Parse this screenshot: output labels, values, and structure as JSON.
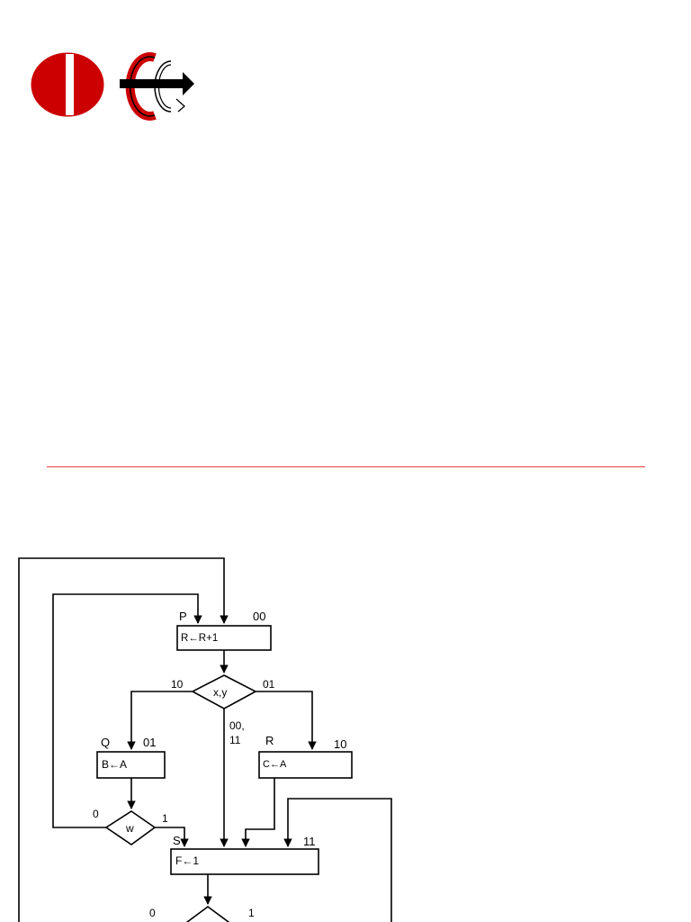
{
  "logos": {
    "left": "university-logo",
    "right": "department-logo",
    "accent_color": "#cc0000"
  },
  "divider": {
    "color": "#e8413c"
  },
  "flowchart": {
    "states": {
      "P": {
        "name": "P",
        "code": "00",
        "action": "R←R+1"
      },
      "Q": {
        "name": "Q",
        "code": "01",
        "action": "B←A"
      },
      "R": {
        "name": "R",
        "code": "10",
        "action": "C←A"
      },
      "S": {
        "name": "S",
        "code": "11",
        "action": "F←1"
      }
    },
    "decisions": {
      "xy": {
        "text": "x,y",
        "branch_left": "10",
        "branch_right": "01",
        "branch_down_1": "00,",
        "branch_down_2": "11"
      },
      "w": {
        "text": "w",
        "branch_left": "0",
        "branch_right": "1"
      },
      "bottom": {
        "branch_left": "0",
        "branch_right": "1"
      }
    }
  }
}
